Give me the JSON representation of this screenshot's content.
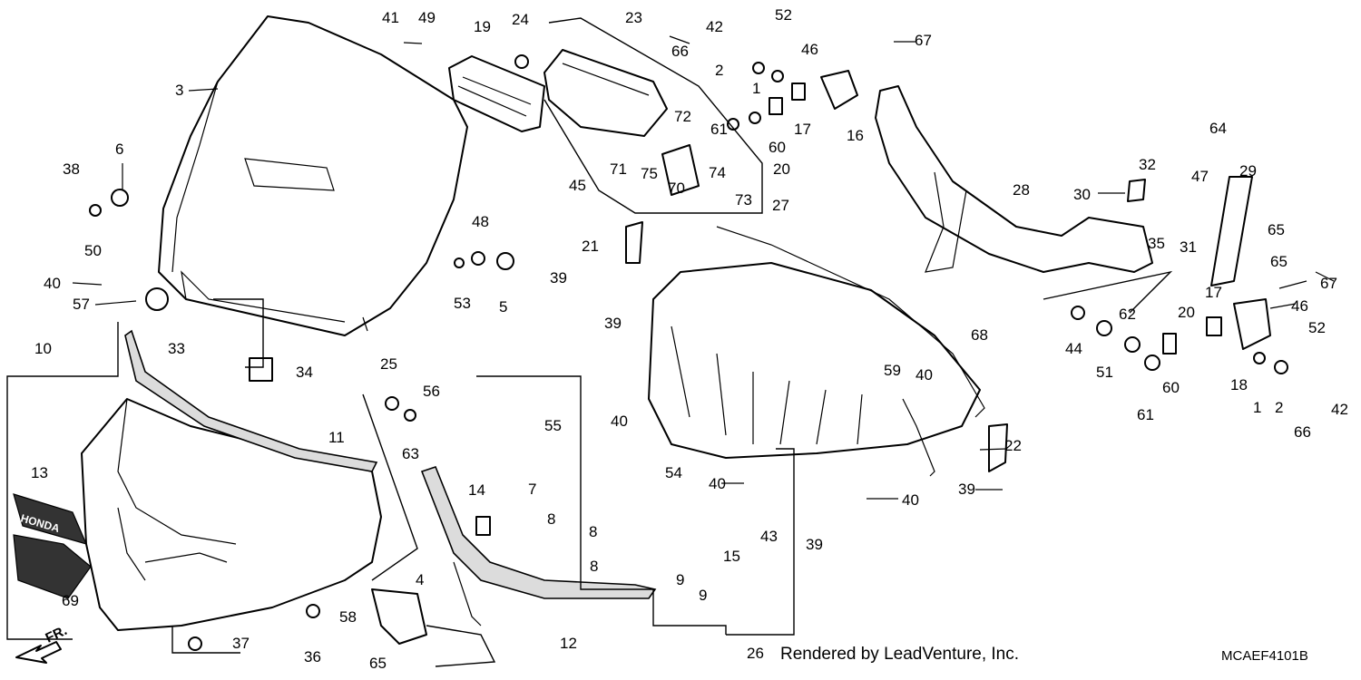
{
  "footer": {
    "credit": "Rendered by LeadVenture, Inc.",
    "diagram_code": "MCAEF4101B"
  },
  "orientation": {
    "front_label": "FR."
  },
  "logo": {
    "brand_text": "HONDA"
  },
  "callouts": [
    "1",
    "1",
    "2",
    "2",
    "3",
    "4",
    "5",
    "6",
    "7",
    "8",
    "8",
    "8",
    "9",
    "9",
    "10",
    "11",
    "12",
    "13",
    "14",
    "15",
    "16",
    "17",
    "17",
    "18",
    "19",
    "20",
    "20",
    "21",
    "22",
    "23",
    "24",
    "25",
    "26",
    "27",
    "28",
    "29",
    "30",
    "31",
    "32",
    "33",
    "34",
    "35",
    "36",
    "37",
    "38",
    "39",
    "39",
    "39",
    "39",
    "40",
    "40",
    "40",
    "40",
    "40",
    "41",
    "42",
    "42",
    "43",
    "44",
    "45",
    "46",
    "46",
    "47",
    "48",
    "49",
    "50",
    "51",
    "52",
    "52",
    "53",
    "54",
    "55",
    "56",
    "57",
    "58",
    "59",
    "60",
    "60",
    "61",
    "61",
    "62",
    "63",
    "64",
    "65",
    "65",
    "65",
    "66",
    "66",
    "67",
    "67",
    "68",
    "69",
    "70",
    "71",
    "72",
    "73",
    "74",
    "75"
  ]
}
